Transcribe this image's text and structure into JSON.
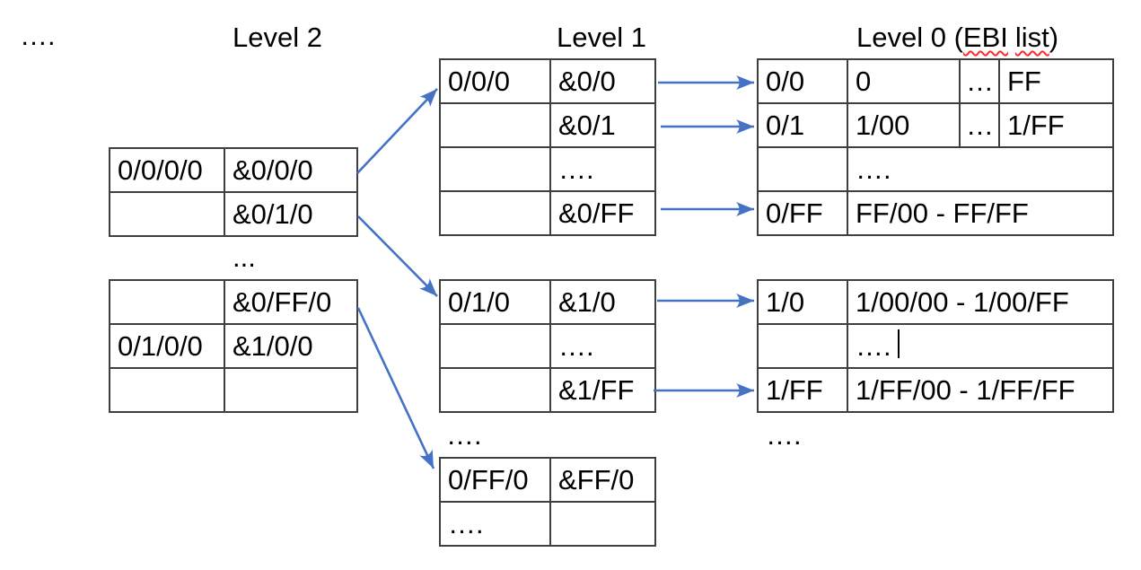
{
  "colors": {
    "arrow": "#4472C4",
    "border": "#3f3f3f",
    "squiggle": "#ff2a2a",
    "text": "#000000",
    "bg": "#ffffff"
  },
  "labels": {
    "top_left_dots": "….",
    "level2": "Level 2",
    "level1": "Level 1",
    "level0_prefix": "Level 0 (",
    "level0_word1": "EBI",
    "level0_word2": "list",
    "level0_suffix": ")",
    "l2_between_dots": "...",
    "l1_below_dots": "….",
    "l0_below_dots": "…."
  },
  "tables": {
    "l2_top": {
      "rows": [
        [
          "0/0/0/0",
          "&0/0/0"
        ],
        [
          "",
          "&0/1/0"
        ]
      ]
    },
    "l2_bottom": {
      "rows": [
        [
          "",
          "&0/FF/0"
        ],
        [
          "0/1/0/0",
          "&1/0/0"
        ],
        [
          "",
          ""
        ]
      ]
    },
    "l1_top": {
      "rows": [
        [
          "0/0/0",
          "&0/0"
        ],
        [
          "",
          "&0/1"
        ],
        [
          "",
          "…."
        ],
        [
          "",
          "&0/FF"
        ]
      ]
    },
    "l1_mid": {
      "rows": [
        [
          "0/1/0",
          "&1/0"
        ],
        [
          "",
          "…."
        ],
        [
          "",
          "&1/FF"
        ]
      ]
    },
    "l1_bottom": {
      "rows": [
        [
          "0/FF/0",
          "&FF/0"
        ],
        [
          "….",
          ""
        ]
      ]
    },
    "l0_top": {
      "rows": [
        [
          "0/0",
          "0",
          "…",
          "FF"
        ],
        [
          "0/1",
          "1/00",
          "…",
          "1/FF"
        ],
        [
          "",
          "…."
        ],
        [
          "0/FF",
          "FF/00 - FF/FF"
        ]
      ]
    },
    "l0_mid": {
      "rows": [
        [
          "1/0",
          "1/00/00 - 1/00/FF"
        ],
        [
          "",
          "…."
        ],
        [
          "1/FF",
          "1/FF/00 - 1/FF/FF"
        ]
      ]
    }
  },
  "connections": [
    {
      "from": "&0/0/0",
      "to": "Level 1 table starting 0/0/0"
    },
    {
      "from": "&0/1/0",
      "to": "Level 1 table starting 0/1/0"
    },
    {
      "from": "&0/FF/0",
      "to": "Level 1 table starting 0/FF/0"
    },
    {
      "from": "&0/0",
      "to": "EBI row 0/0"
    },
    {
      "from": "&0/1",
      "to": "EBI row 0/1"
    },
    {
      "from": "&0/FF",
      "to": "EBI row 0/FF"
    },
    {
      "from": "&1/0",
      "to": "EBI row 1/0"
    },
    {
      "from": "&1/FF",
      "to": "EBI row 1/FF"
    }
  ]
}
